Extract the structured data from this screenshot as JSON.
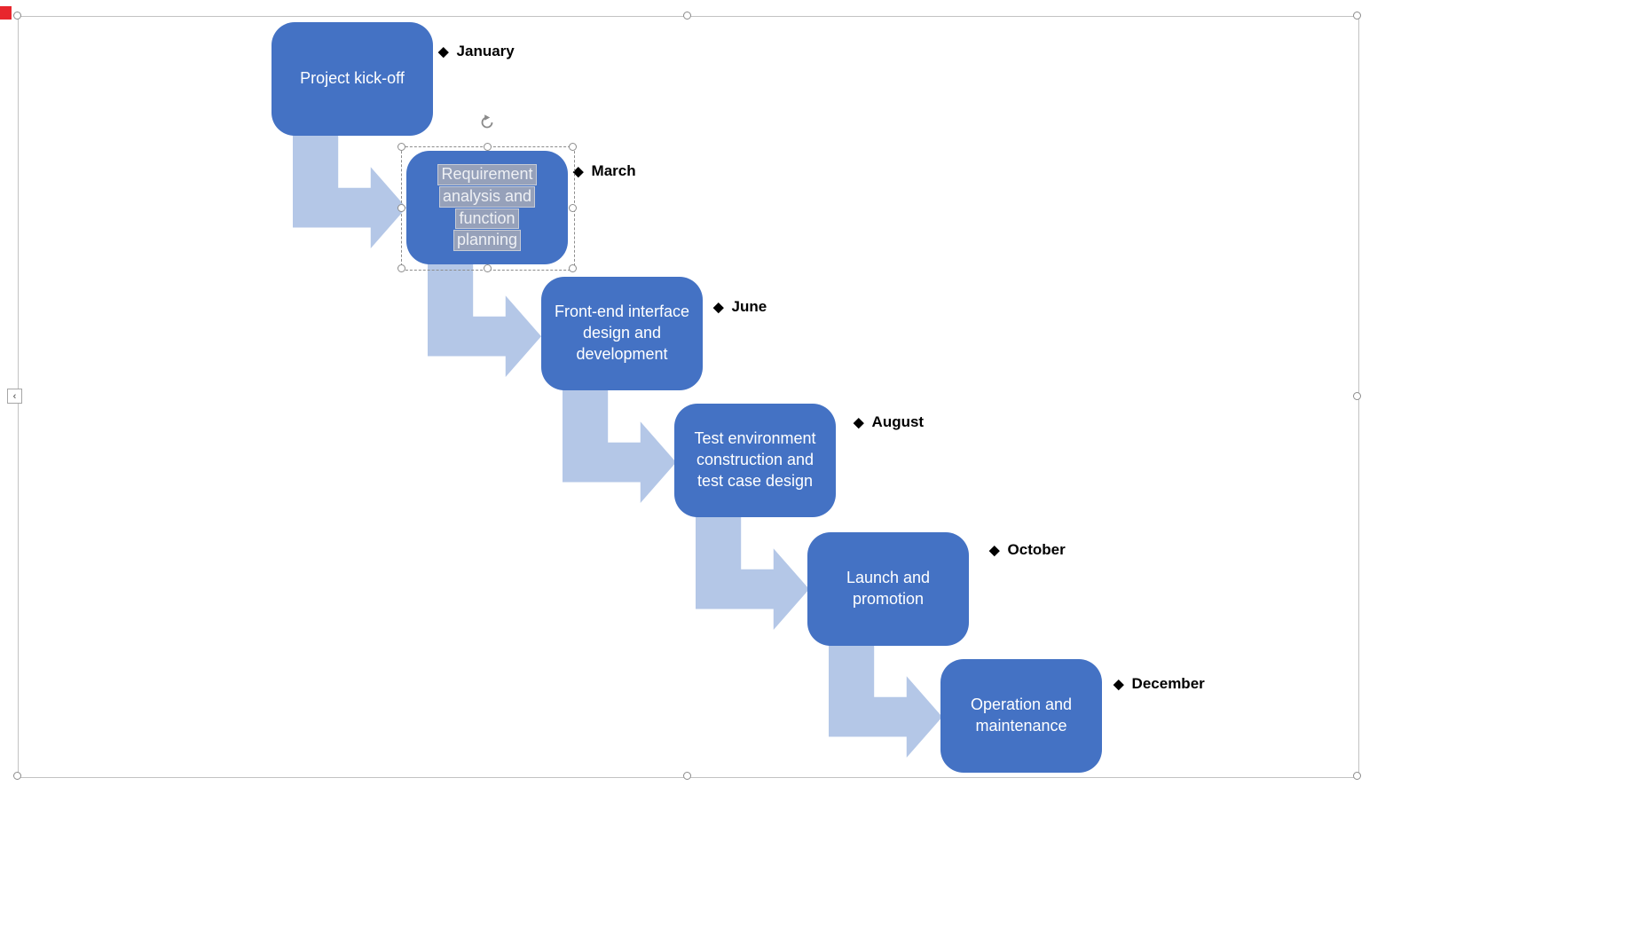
{
  "steps": [
    {
      "label": "Project kick-off",
      "month": "January"
    },
    {
      "label": "Requirement analysis and function planning",
      "month": "March"
    },
    {
      "label": "Front-end interface design and development",
      "month": "June"
    },
    {
      "label": "Test environment construction and test case design",
      "month": "August"
    },
    {
      "label": "Launch and promotion",
      "month": "October"
    },
    {
      "label": "Operation and maintenance",
      "month": "December"
    }
  ],
  "selected_step": {
    "index": 1,
    "lines": [
      "Requirement",
      "analysis and",
      "function",
      "planning"
    ]
  },
  "icons": {
    "month_bullet": "◆",
    "pane_toggle_chevron": "‹"
  },
  "colors": {
    "box_fill": "#4472c4",
    "arrow_fill": "#b4c7e7",
    "month_text": "#000000",
    "selection_highlight": "#96a1ba"
  }
}
